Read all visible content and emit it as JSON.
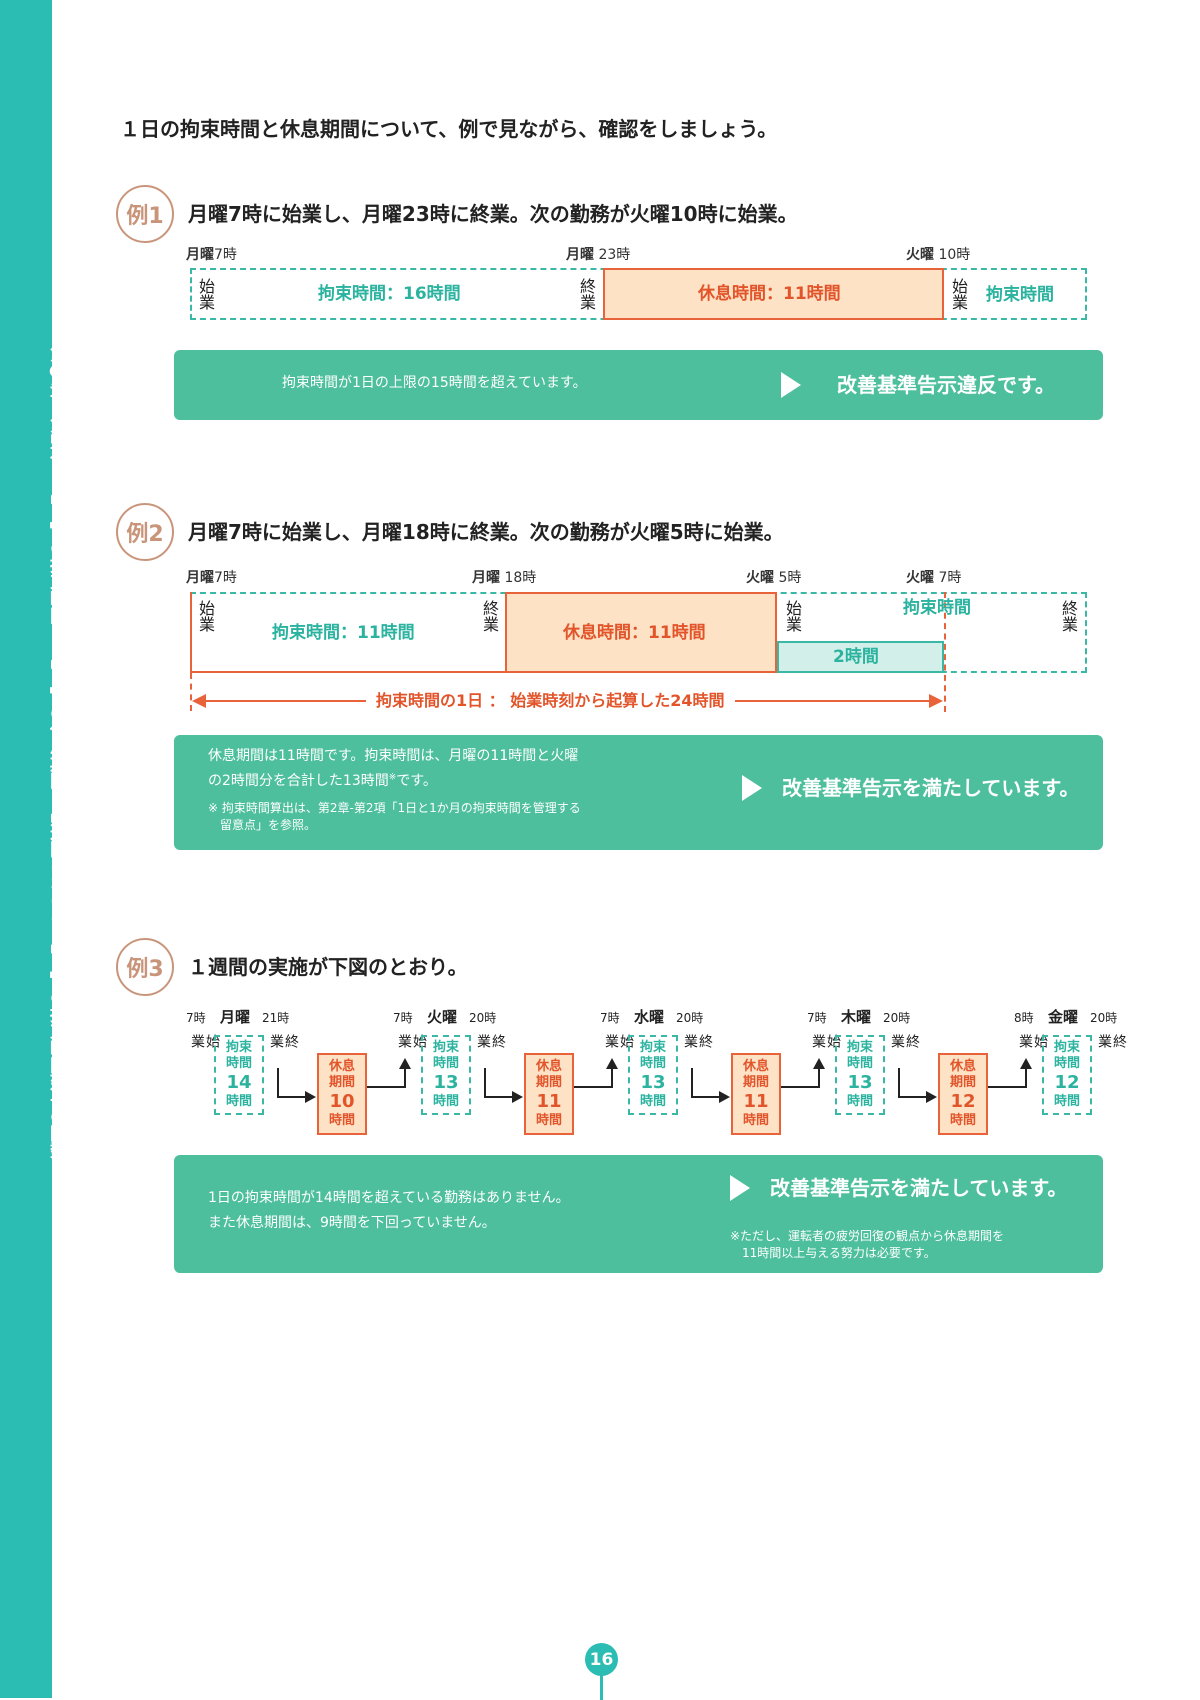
{
  "sidebar": {
    "text": "第❸章：第2項 ・「1日」の拘束時間と「1日」の休息期間 ・1週間における「1日」の拘束時間延長の回数"
  },
  "intro": "１日の拘束時間と休息期間について、例で見ながら、確認をしましょう。",
  "ex1": {
    "badge": "例1",
    "title": "月曜7時に始業し、月曜23時に終業。次の勤務が火曜10時に始業。",
    "labels": [
      {
        "day": "月曜",
        "time": "7時"
      },
      {
        "day": "月曜",
        "time": "23時"
      },
      {
        "day": "火曜",
        "time": "10時"
      }
    ],
    "start": "始業",
    "end": "終業",
    "kosoku": "拘束時間：16時間",
    "rest": "休息時間：11時間",
    "kosoku2": "拘束時間",
    "message": "拘束時間が1日の上限の15時間を超えています。",
    "verdict": "改善基準告示違反です。"
  },
  "ex2": {
    "badge": "例2",
    "title": "月曜7時に始業し、月曜18時に終業。次の勤務が火曜5時に始業。",
    "labels": [
      {
        "day": "月曜",
        "time": "7時"
      },
      {
        "day": "月曜",
        "time": "18時"
      },
      {
        "day": "火曜",
        "time": "5時"
      },
      {
        "day": "火曜",
        "time": "7時"
      }
    ],
    "start": "始業",
    "end": "終業",
    "kosoku": "拘束時間：11時間",
    "rest": "休息時間：11時間",
    "kosoku2": "拘束時間",
    "two_hours": "2時間",
    "arrow_label": "拘束時間の1日 ： 始業時刻から起算した24時間",
    "message1": "休息期間は11時間です。拘束時間は、月曜の11時間と火曜",
    "message2": "の2時間分を合計した13時間",
    "message_sup": "※",
    "message3": "です。",
    "note1": "※ 拘束時間算出は、第2章-第2項「1日と1か月の拘束時間を管理する",
    "note2": "　留意点」を参照。",
    "verdict": "改善基準告示を満たしています。"
  },
  "ex3": {
    "badge": "例3",
    "title": "１週間の実施が下図のとおり。",
    "start": "始業",
    "end": "終業",
    "kosoku_label": "拘束時間",
    "rest_label": "休息期間",
    "unit": "時間",
    "days": [
      {
        "day": "月曜",
        "start": "7時",
        "end": "21時",
        "kosoku": "14",
        "rest": "10"
      },
      {
        "day": "火曜",
        "start": "7時",
        "end": "20時",
        "kosoku": "13",
        "rest": "11"
      },
      {
        "day": "水曜",
        "start": "7時",
        "end": "20時",
        "kosoku": "13",
        "rest": "11"
      },
      {
        "day": "木曜",
        "start": "7時",
        "end": "20時",
        "kosoku": "13",
        "rest": "12"
      },
      {
        "day": "金曜",
        "start": "8時",
        "end": "20時",
        "kosoku": "12",
        "rest": null
      }
    ],
    "message1": "1日の拘束時間が14時間を超えている勤務はありません。",
    "message2": "また休息期間は、9時間を下回っていません。",
    "verdict": "改善基準告示を満たしています。",
    "note1": "※ただし、運転者の疲労回復の観点から休息期間を",
    "note2": "　11時間以上与える努力は必要です。"
  },
  "page_number": "16",
  "colors": {
    "sidebar": "#2bbcb3",
    "green_box": "#4dbf9c",
    "rest_fill": "#fde2c6",
    "rest_border": "#e8623a",
    "teal_text": "#2bb3a0",
    "badge": "#c9957a"
  }
}
